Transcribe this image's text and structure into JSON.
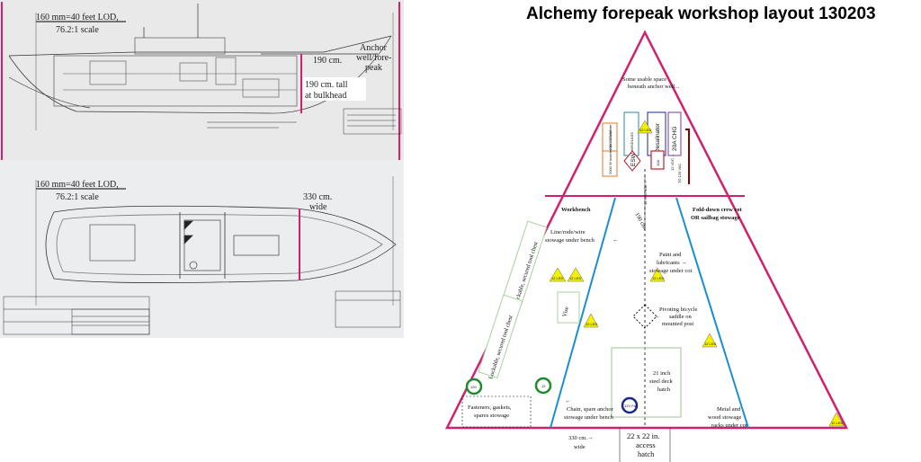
{
  "title": "Alchemy forepeak workshop layout 130203",
  "colors": {
    "hull_outline": "#d0206e",
    "bench_lines": "#1a8fd0",
    "boxes": "#a8d0a0",
    "triangle_fill": "#f4f200",
    "green_ring": "#1d8a2c",
    "navy_ring": "#1a2a8a",
    "orange_box": "#e07820",
    "teal_box": "#2a8aa0",
    "purple_box": "#7a3aa0",
    "red_box": "#c0202a",
    "cable": "#8a0000"
  },
  "plans": {
    "top": {
      "scale_line": "160 mm=40 feet LOD,",
      "scale": "76.2:1 scale",
      "dim_190": "190 cm.",
      "anchor_label": "Anchor well/fore-peak",
      "tall_label": "190 cm. tall at bulkhead"
    },
    "bottom": {
      "scale_line": "160 mm=40 feet LOD,",
      "scale": "76.2:1 scale",
      "width_label": "330 cm. wide"
    }
  },
  "layout": {
    "anchor_note": "Some usable space beneath anchor well...",
    "equipment": {
      "inverter": "3000 W Inverter",
      "windlass": "WINDLASS",
      "desalinator": "Desalinator",
      "charger": "20A CHG",
      "inverter2": "2000 W Inverter for 120VAC",
      "esw": "ESW",
      "rate": "10A",
      "dc_label": "12 VDC →",
      "ac_label": "TO 120 VAC",
      "dc_bus": "12 VDC 40A →"
    },
    "led_tag": "12 LED",
    "led_tag_red": "12 LED",
    "workbench_label": "Workbench",
    "cot_label": "Fold-down crew cot OR sailbag stowage",
    "length_dim": "190 cm.",
    "line_storage": "Line/rode/wire stowage under bench",
    "paint_storage": "Paint and lubricants → stowage under cot",
    "locker1": "Lockable, secured tool chest",
    "locker2": "Lockable, secured tool chest",
    "vise": "Vise",
    "bicycle": "Pivoting bicycle saddle on mounted post",
    "hatch21": "21 inch steel deck hatch",
    "metal_storage": "Metal and wood stowage racks under cot",
    "chain_storage": "Chain, spare anchor stowage under bench",
    "fasteners": "Fasteners, gaskets, spares stowage",
    "outlet_120": "120",
    "outlet_12": "12",
    "blue_outlet": "12V Fan",
    "width_dim": "330 cm.→ wide",
    "access_hatch": "22 x 22 in. access hatch",
    "arrow": "←"
  }
}
